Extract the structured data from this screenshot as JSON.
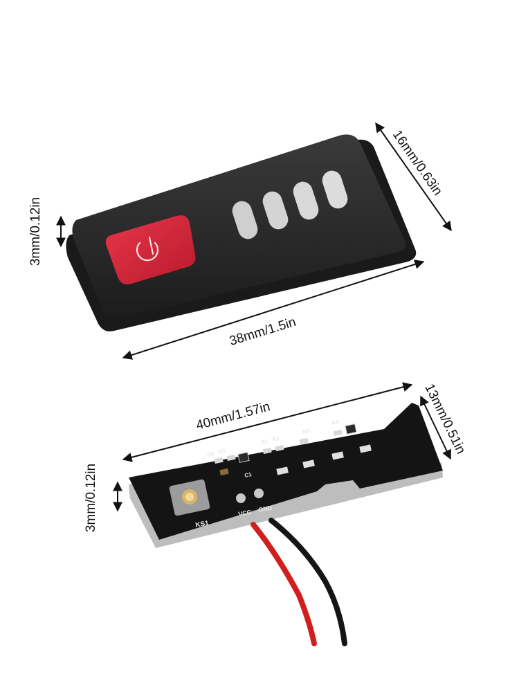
{
  "dimensions": {
    "panel_width": "38mm/1.5in",
    "panel_height": "16mm/0.63in",
    "panel_thickness": "3mm/0.12in",
    "board_width": "40mm/1.57in",
    "board_height": "13mm/0.51in",
    "board_thickness": "3mm/0.12in"
  },
  "pcb_labels": {
    "switch": "KS1",
    "vcc": "VCC",
    "gnd": "GND",
    "c1": "C1",
    "r1": "R1",
    "r2": "R2",
    "r3": "R3",
    "r4": "R4",
    "r5": "R5",
    "r6": "R6"
  },
  "colors": {
    "panel_body": "#222222",
    "power_button": "#d8263a",
    "led_window": "#cfcfcf",
    "pcb": "#141414",
    "wire_red": "#d11f1f",
    "wire_black": "#151515"
  },
  "icons": {
    "power_symbol": "power-icon"
  }
}
